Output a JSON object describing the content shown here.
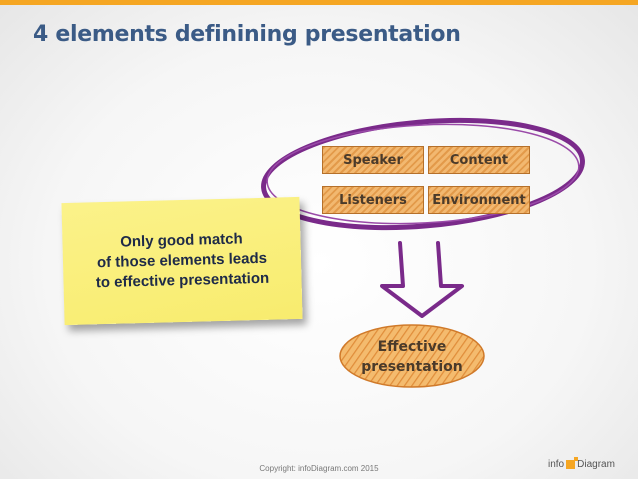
{
  "title": "4 elements definining presentation",
  "elements": [
    {
      "label": "Speaker"
    },
    {
      "label": "Content"
    },
    {
      "label": "Listeners"
    },
    {
      "label": "Environment"
    }
  ],
  "note": {
    "line1": "Only good match",
    "line2": "of those elements leads",
    "line3": "to effective presentation"
  },
  "result": {
    "line1": "Effective",
    "line2": "presentation"
  },
  "footer": "Copyright: infoDiagram.com 2015",
  "logo": {
    "part1": "info",
    "part2": "Diagram"
  },
  "colors": {
    "accent": "#f5a623",
    "title": "#3b5b86",
    "ellipse": "#7a2a8a",
    "tile": "#e8a55a",
    "note": "#f8ec6e"
  }
}
